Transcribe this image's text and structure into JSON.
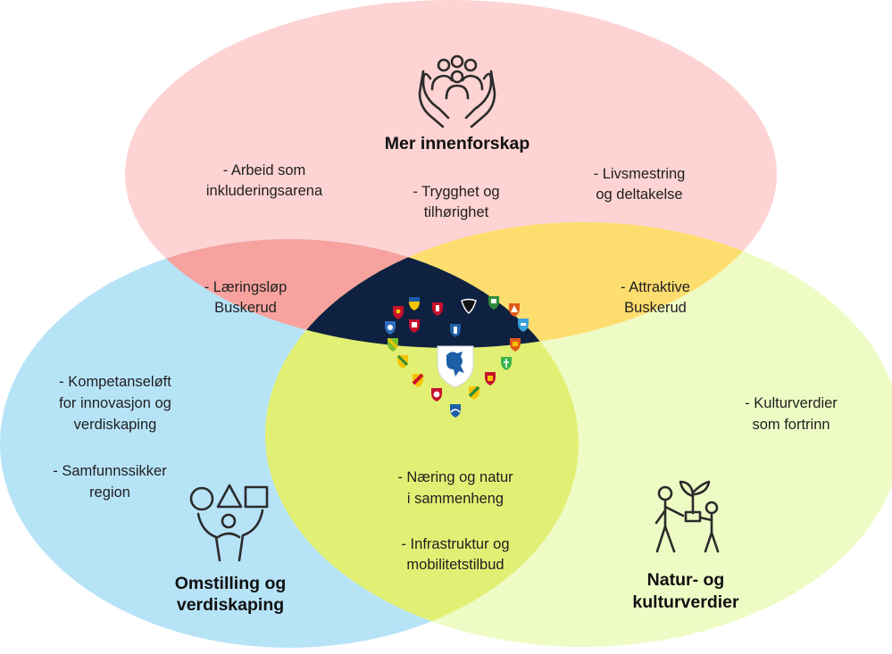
{
  "colors": {
    "top_circle": "#fdd3d3",
    "left_circle": "#b7e3f7",
    "right_circle": "#eefbc5",
    "top_left_overlap": "#f7a29e",
    "top_right_overlap": "#fedd6f",
    "bottom_overlap": "#e1f074",
    "center": "#0f2140",
    "icon_stroke": "#2b2b2b"
  },
  "titles": {
    "top": "Mer innenforskap",
    "left": [
      "Omstilling og",
      "verdiskaping"
    ],
    "right": [
      "Natur- og",
      "kulturverdier"
    ]
  },
  "top_items": {
    "left": [
      "- Arbeid som",
      "inkluderingsarena"
    ],
    "middle": [
      "- Trygghet og",
      "tilhørighet"
    ],
    "right": [
      "- Livsmestring",
      "og deltakelse"
    ]
  },
  "left_items": {
    "first": [
      "- Kompetanseløft",
      "for innovasjon og",
      "verdiskaping"
    ],
    "second": [
      "- Samfunnssikker",
      "region"
    ]
  },
  "right_items": {
    "first": [
      "- Kulturverdier",
      "som fortrinn"
    ]
  },
  "overlap_items": {
    "top_left": [
      "- Læringsløp",
      "Buskerud"
    ],
    "top_right": [
      "- Attraktive",
      "Buskerud"
    ],
    "bottom_first": [
      "- Næring og natur",
      "i sammenheng"
    ],
    "bottom_second": [
      "- Infrastruktur og",
      "mobilitetstilbud"
    ]
  },
  "icons": {
    "top": "people-in-hands-icon",
    "left": "person-holding-shapes-icon",
    "right": "people-planting-icon",
    "center": "heart-of-municipal-shields-icon"
  }
}
